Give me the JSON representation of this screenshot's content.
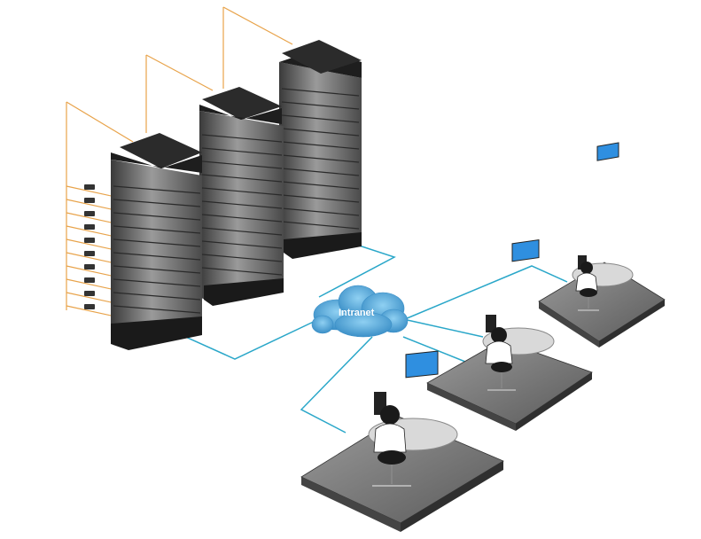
{
  "cloud": {
    "label": "Intranet"
  },
  "colors": {
    "network_line": "#2aa7c9",
    "cable": "#e8a34a",
    "rack_top": "#2b2b2b",
    "rack_body": "#5c5c5c",
    "cloud_fill": "#5aa9d6",
    "floor": "#6e6e6e",
    "monitor": "#2f8fe0",
    "desk": "#d9d9d9"
  },
  "racks": [
    {
      "name": "server-rack-left"
    },
    {
      "name": "server-rack-middle"
    },
    {
      "name": "server-rack-right"
    }
  ],
  "workstations": [
    {
      "name": "workstation-front"
    },
    {
      "name": "workstation-middle"
    },
    {
      "name": "workstation-back"
    }
  ]
}
